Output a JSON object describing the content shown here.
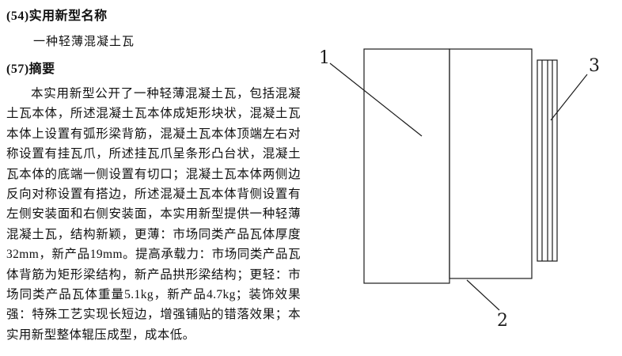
{
  "document": {
    "field54_label": "(54)实用新型名称",
    "title": "一种轻薄混凝土瓦",
    "field57_label": "(57)摘要",
    "abstract": "本实用新型公开了一种轻薄混凝土瓦，包括混凝土瓦本体，所述混凝土瓦本体成矩形块状，混凝土瓦本体上设置有弧形梁背筋，混凝土瓦本体顶端左右对称设置有挂瓦爪，所述挂瓦爪呈条形凸台状，混凝土瓦本体的底端一侧设置有切口；混凝土瓦本体两侧边反向对称设置有搭边，所述混凝土瓦本体背侧设置有左侧安装面和右侧安装面，本实用新型提供一种轻薄混凝土瓦，结构新颖，更薄：市场同类产品瓦体厚度32mm，新产品19mm。提高承载力：市场同类产品瓦体背筋为矩形梁结构，新产品拱形梁结构；更轻：市场同类产品瓦体重量5.1kg，新产品4.7kg；装饰效果强：特殊工艺实现长短边，增强铺贴的错落效果；本实用新型整体辊压成型，成本低。"
  },
  "figure": {
    "labels": [
      "1",
      "2",
      "3"
    ],
    "line_color": "#1c1c1c"
  }
}
